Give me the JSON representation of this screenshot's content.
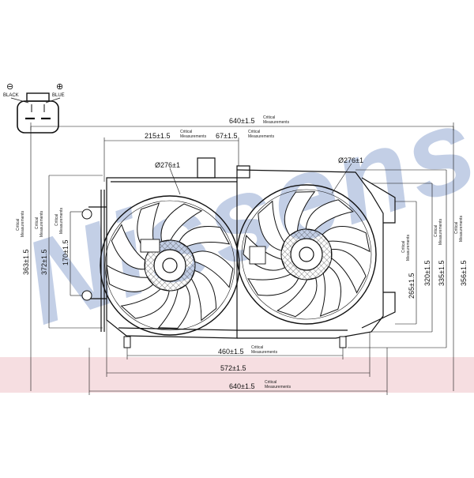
{
  "watermark": {
    "text": "Nissens",
    "color": "#2a55a8",
    "band_color": "#e9b7bd"
  },
  "connector": {
    "minus_symbol": "⊖",
    "plus_symbol": "⊕",
    "left_label": "BLACK",
    "right_label": "BLUE"
  },
  "critical_label_line1": "Critical",
  "critical_label_line2": "Measurements",
  "dimensions": {
    "top_width": "640±1.5",
    "left_offset": "215±1.5",
    "small_offset": "67±1.5",
    "left_fan_dia": "Ø276±1",
    "right_fan_dia": "Ø276±1",
    "left_height_outer": "363±1.5",
    "left_height_inner": "372±1.5",
    "left_height_mount": "170±1.5",
    "right_height_inner": "265±1.5",
    "right_height_mid": "320±1.5",
    "right_height_outer1": "335±1.5",
    "right_height_outer2": "356±1.5",
    "mount_spacing": "460±1.5",
    "bottom_width_inner": "572±1.5",
    "bottom_width_outer": "640±1.5"
  }
}
